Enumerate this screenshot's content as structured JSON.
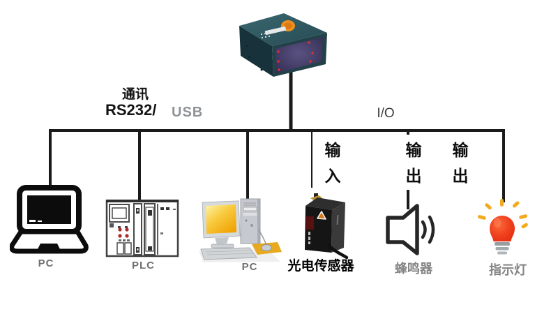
{
  "title_labels": {
    "comm": "通讯",
    "rs232": "RS232/",
    "usb": "USB",
    "io": "I/O"
  },
  "io_labels": {
    "input": "输入",
    "output1": "输出",
    "output2": "输出"
  },
  "devices": {
    "scanner": {
      "name": "fixed-mount-barcode-scanner"
    },
    "laptop": {
      "label": "PC"
    },
    "plc": {
      "label": "PLC"
    },
    "desktop": {
      "label": "PC"
    },
    "sensor": {
      "label": "光电传感器"
    },
    "buzzer": {
      "label": "蜂鸣器"
    },
    "indicator": {
      "label": "指示灯"
    }
  },
  "colors": {
    "wire": "#1a1a1a",
    "scanner_body": "#2d5158",
    "scanner_button": "#ef8f1f",
    "scanner_window": "#4a4268",
    "led_red": "#d83426",
    "screen_yellow": "#f2a602",
    "bulb_red": "#e8391f",
    "ray_yellow": "#f2ab1f",
    "mousepad_yellow": "#e7a91e",
    "label_gray": "#7a7a7a"
  }
}
